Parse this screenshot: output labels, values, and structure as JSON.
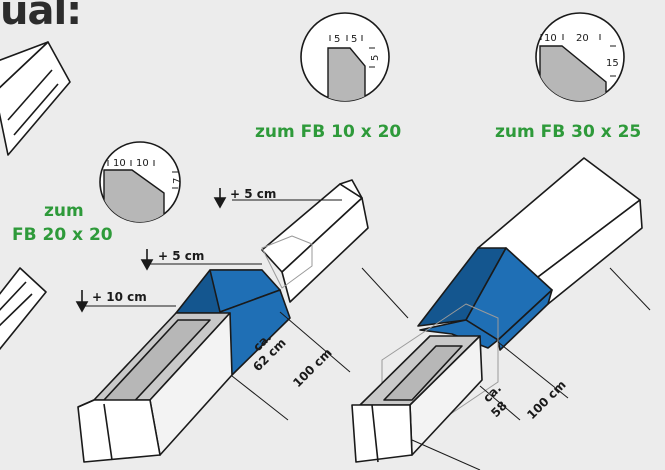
{
  "heading": "ual:",
  "labels": {
    "fb_10x20": "zum FB 10 x 20",
    "fb_30x25": "zum FB 30 x 25",
    "fb_20x20_line1": "zum",
    "fb_20x20_line2": "FB 20 x 20"
  },
  "dimensions": {
    "plus_5_upper": "+ 5 cm",
    "plus_5_lower": "+ 5 cm",
    "plus_10": "+ 10 cm",
    "ca_left": "ca.",
    "len_62": "62 cm",
    "len_100_left": "100 cm",
    "ca_right": "ca.",
    "len_58": "58",
    "len_100_right": "100 cm"
  },
  "profiles": {
    "fb_20x20": {
      "t1": "10",
      "t2": "10",
      "side": "7"
    },
    "fb_10x20": {
      "t1": "5",
      "t2": "5",
      "side": "5"
    },
    "fb_30x25": {
      "t1": "10",
      "t2": "20",
      "side": "15"
    }
  },
  "colors": {
    "blue": "#1f6fb5",
    "blue_dark": "#14568f",
    "green": "#2e9a3a",
    "grey": "#b7b7b7"
  }
}
